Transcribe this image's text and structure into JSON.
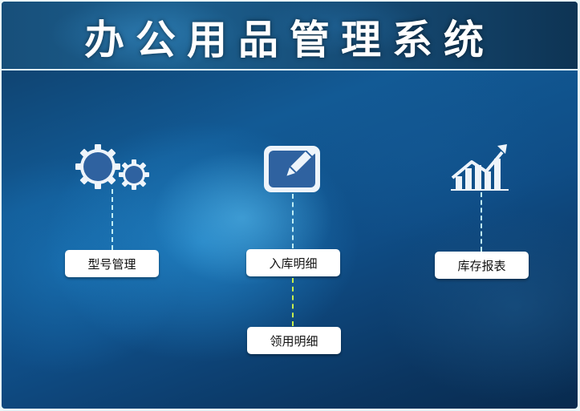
{
  "app": {
    "title": "办公用品管理系统"
  },
  "modules": [
    {
      "id": "model",
      "icon": "gears-icon",
      "label": "型号管理"
    },
    {
      "id": "inbound",
      "icon": "edit-icon",
      "label": "入库明细"
    },
    {
      "id": "issue",
      "icon": "edit-icon",
      "label": "领用明细"
    },
    {
      "id": "report",
      "icon": "chart-icon",
      "label": "库存报表"
    }
  ],
  "colors": {
    "header_rule": "#dff6ff",
    "dash_default": "#bfeef5",
    "dash_highlight": "#c8ee4c",
    "icon_fill": "#2f62a0",
    "icon_stroke": "#eef4fa",
    "button_bg": "#ffffff"
  }
}
